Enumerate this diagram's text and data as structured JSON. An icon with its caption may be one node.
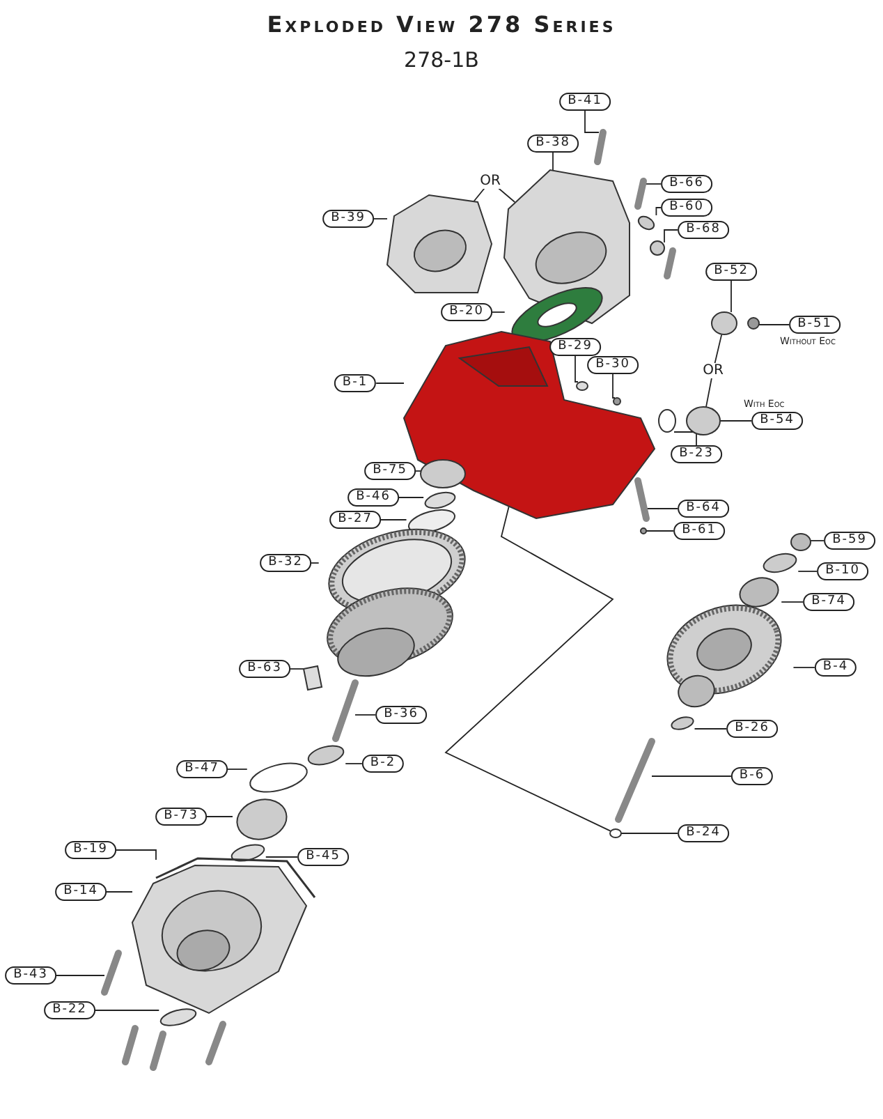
{
  "diagram": {
    "title": "Exploded View 278 Series",
    "nodes": [
      {
        "text": [
          "B-41"
        ]
      },
      {
        "text": [
          "B-38"
        ]
      },
      {
        "text": [
          "B-66"
        ]
      },
      {
        "text": [
          "B-60"
        ]
      },
      {
        "text": [
          "B-68"
        ]
      },
      {
        "text": [
          "B-39"
        ]
      },
      {
        "text": [
          "B-52"
        ]
      },
      {
        "text": [
          "B-51"
        ],
        "beside": [
          "Without Eoc"
        ]
      },
      {
        "text": [
          "B-20"
        ]
      },
      {
        "text": [
          "B-29"
        ]
      },
      {
        "text": [
          "B-30"
        ]
      },
      {
        "text": [
          "B-1"
        ]
      },
      {
        "text": [
          "B-54"
        ],
        "beside": [
          "With Eoc"
        ]
      },
      {
        "text": [
          "B-23"
        ]
      },
      {
        "text": [
          "B-75"
        ]
      },
      {
        "text": [
          "B-46"
        ]
      },
      {
        "text": [
          "B-64"
        ]
      },
      {
        "text": [
          "B-27"
        ]
      },
      {
        "text": [
          "B-61"
        ]
      },
      {
        "text": [
          "B-59"
        ]
      },
      {
        "text": [
          "B-32"
        ]
      },
      {
        "text": [
          "B-10"
        ]
      },
      {
        "text": [
          "B-74"
        ]
      },
      {
        "text": [
          "B-4"
        ]
      },
      {
        "text": [
          "B-63"
        ]
      },
      {
        "text": [
          "B-36"
        ]
      },
      {
        "text": [
          "B-26"
        ]
      },
      {
        "text": [
          "B-2"
        ]
      },
      {
        "text": [
          "B-47"
        ]
      },
      {
        "text": [
          "B-6"
        ]
      },
      {
        "text": [
          "B-73"
        ]
      },
      {
        "text": [
          "B-24"
        ]
      },
      {
        "text": [
          "B-45"
        ]
      },
      {
        "text": [
          "B-19"
        ]
      },
      {
        "text": [
          "B-14"
        ]
      },
      {
        "text": [
          "B-43"
        ]
      },
      {
        "text": [
          "B-22"
        ]
      },
      {
        "text": [],
        "shape": "bar"
      },
      {
        "text": [],
        "shape": "picture"
      },
      {
        "text": [],
        "shape": "bar"
      },
      {
        "text": [],
        "shape": "circle"
      },
      {
        "text": [],
        "shape": "circle"
      },
      {
        "text": [],
        "shape": "picture"
      },
      {
        "text": [],
        "shape": "circle"
      },
      {
        "text": [],
        "shape": "circle"
      },
      {
        "text": [],
        "shape": "picture"
      },
      {
        "text": [],
        "shape": "circle"
      },
      {
        "text": [],
        "shape": "circle"
      },
      {
        "text": [],
        "shape": "picture"
      },
      {
        "text": [],
        "shape": "circle"
      },
      {
        "text": [],
        "shape": "circle"
      },
      {
        "text": [],
        "shape": "circle"
      },
      {
        "text": [],
        "shape": "circle"
      },
      {
        "text": [],
        "shape": "bar"
      },
      {
        "text": [],
        "shape": "circle"
      },
      {
        "text": [],
        "shape": "circle"
      },
      {
        "text": [],
        "shape": "circle"
      },
      {
        "text": [],
        "shape": "picture"
      },
      {
        "text": [],
        "shape": "circle"
      },
      {
        "text": [],
        "shape": "circle"
      },
      {
        "text": [],
        "shape": "picture"
      },
      {
        "text": [],
        "shape": "picture"
      },
      {
        "text": [],
        "shape": "bar"
      },
      {
        "text": [],
        "shape": "circle"
      },
      {
        "text": [],
        "shape": "circle"
      },
      {
        "text": [],
        "shape": "circle"
      },
      {
        "text": [],
        "shape": "bar"
      },
      {
        "text": [],
        "shape": "circle"
      },
      {
        "text": [],
        "shape": "circle"
      },
      {
        "text": [],
        "shape": "circle"
      },
      {
        "text": [],
        "shape": "picture"
      },
      {
        "text": [],
        "shape": "picture"
      },
      {
        "text": [],
        "shape": "bar"
      },
      {
        "text": [],
        "shape": "circle"
      }
    ],
    "edges": [
      {
        "from": 0,
        "to": 37,
        "arrow": "none"
      },
      {
        "from": 1,
        "to": 38,
        "arrow": "none"
      },
      {
        "from": 2,
        "to": 39,
        "arrow": "none"
      },
      {
        "from": 3,
        "to": 40,
        "arrow": "none"
      },
      {
        "from": 4,
        "to": 41,
        "arrow": "none"
      },
      {
        "from": 5,
        "to": 42,
        "arrow": "none"
      },
      {
        "from": 6,
        "to": 43,
        "arrow": "none"
      },
      {
        "from": 7,
        "to": 44,
        "arrow": "none"
      },
      {
        "from": 8,
        "to": 45,
        "arrow": "none"
      },
      {
        "from": 9,
        "to": 46,
        "arrow": "none"
      },
      {
        "from": 10,
        "to": 47,
        "arrow": "none"
      },
      {
        "from": 11,
        "to": 48,
        "arrow": "none"
      },
      {
        "from": 12,
        "to": 49,
        "arrow": "none"
      },
      {
        "from": 13,
        "to": 50,
        "arrow": "none"
      },
      {
        "from": 14,
        "to": 51,
        "arrow": "none"
      },
      {
        "from": 15,
        "to": 52,
        "arrow": "none"
      },
      {
        "from": 16,
        "to": 53,
        "arrow": "none"
      },
      {
        "from": 17,
        "to": 54,
        "arrow": "none"
      },
      {
        "from": 18,
        "to": 55,
        "arrow": "none"
      },
      {
        "from": 19,
        "to": 56,
        "arrow": "none"
      },
      {
        "from": 20,
        "to": 57,
        "arrow": "none"
      },
      {
        "from": 21,
        "to": 58,
        "arrow": "none"
      },
      {
        "from": 22,
        "to": 59,
        "arrow": "none"
      },
      {
        "from": 23,
        "to": 60,
        "arrow": "none"
      },
      {
        "from": 24,
        "to": 61,
        "arrow": "none"
      },
      {
        "from": 25,
        "to": 62,
        "arrow": "none"
      },
      {
        "from": 26,
        "to": 63,
        "arrow": "none"
      },
      {
        "from": 27,
        "to": 64,
        "arrow": "none"
      },
      {
        "from": 28,
        "to": 65,
        "arrow": "none"
      },
      {
        "from": 29,
        "to": 66,
        "arrow": "none"
      },
      {
        "from": 30,
        "to": 67,
        "arrow": "none"
      },
      {
        "from": 31,
        "to": 68,
        "arrow": "none"
      },
      {
        "from": 32,
        "to": 69,
        "arrow": "none"
      },
      {
        "from": 33,
        "to": 70,
        "arrow": "none"
      },
      {
        "from": 34,
        "to": 71,
        "arrow": "none"
      },
      {
        "from": 35,
        "to": 72,
        "arrow": "none"
      },
      {
        "from": 36,
        "to": 73,
        "arrow": "none"
      },
      {
        "from": 38,
        "to": 42,
        "label": "OR",
        "arrow": "none"
      },
      {
        "from": 43,
        "to": 49,
        "label": "OR",
        "arrow": "none"
      },
      {
        "from": 48,
        "to": 68,
        "arrow": "none"
      }
    ],
    "labels": [
      "278-1B"
    ]
  }
}
